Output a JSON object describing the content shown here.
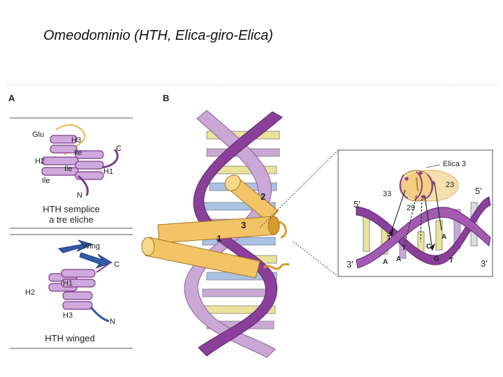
{
  "slide": {
    "title": "Omeodominio (HTH, Elica-giro-Elica)"
  },
  "panel_a": {
    "label": "A",
    "top": {
      "labels": [
        "Glu",
        "H3",
        "Ile",
        "Ile",
        "C",
        "H2",
        "H1",
        "Ile",
        "N"
      ],
      "caption_line1": "HTH semplice",
      "caption_line2": "a tre eliche"
    },
    "bottom": {
      "labels": [
        "Wing",
        "C",
        "H1",
        "H2",
        "H3",
        "N"
      ],
      "caption": "HTH winged"
    }
  },
  "panel_b": {
    "label": "B",
    "helix_labels": [
      "1",
      "2",
      "3"
    ],
    "inset": {
      "helix_label": "Elica 3",
      "residues": [
        "33",
        "29",
        "23"
      ],
      "strand_ends": [
        "5′",
        "3′",
        "5′",
        "3′"
      ],
      "bases": [
        "T",
        "T",
        "C",
        "A",
        "A",
        "A",
        "G",
        "T"
      ]
    }
  },
  "colors": {
    "backbone_purple": "#8a3f9a",
    "backbone_light": "#c9a8d6",
    "helix_orange": "#f3c466",
    "helix_dark": "#d89a2c",
    "base_yellow": "#e9e49a",
    "base_blue": "#a9c2e6",
    "wing_blue": "#2f5aa8"
  }
}
